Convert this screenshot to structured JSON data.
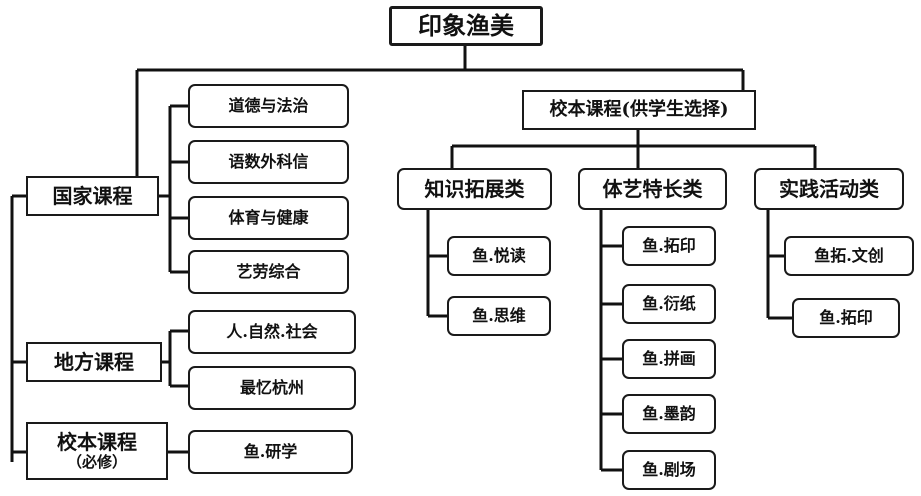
{
  "root": "印象渔美",
  "left": {
    "national": {
      "label": "国家课程",
      "items": [
        "道德与法治",
        "语数外科信",
        "体育与健康",
        "艺劳综合"
      ]
    },
    "local": {
      "label": "地方课程",
      "items": [
        "人.自然.社会",
        "最忆杭州"
      ]
    },
    "school_required": {
      "label": "校本课程",
      "note": "（必修）",
      "items": [
        "鱼.研学"
      ]
    }
  },
  "elective": {
    "label": "校本课程(供学生选择)",
    "groups": [
      {
        "label": "知识拓展类",
        "items": [
          "鱼.悦读",
          "鱼.思维"
        ]
      },
      {
        "label": "体艺特长类",
        "items": [
          "鱼.拓印",
          "鱼.衍纸",
          "鱼.拼画",
          "鱼.墨韵",
          "鱼.剧场"
        ]
      },
      {
        "label": "实践活动类",
        "items": [
          "鱼拓.文创",
          "鱼.拓印"
        ]
      }
    ]
  }
}
